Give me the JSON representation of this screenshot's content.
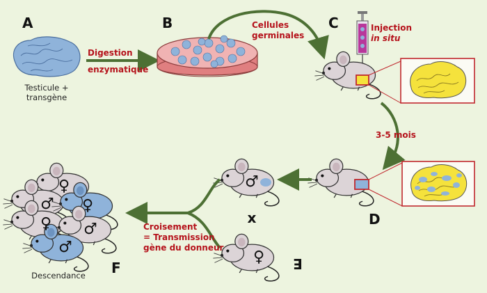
{
  "steps": {
    "a": "A",
    "b": "B",
    "c": "C",
    "d": "D",
    "e": "E",
    "f": "F"
  },
  "labels": {
    "testicule_line1": "Testicule +",
    "testicule_line2": "transgène",
    "digestion_line1": "Digestion",
    "digestion_line2": "enzymatique",
    "cellules_line1": "Cellules",
    "cellules_line2": "germinales",
    "injection_line1": "Injection",
    "injection_line2": "in situ",
    "duration": "3-5 mois",
    "cross_symbol": "x",
    "croisement_line1": "Croisement",
    "croisement_line2": "= Transmission",
    "croisement_line3": "gène du donneur",
    "descendance": "Descendance"
  },
  "symbols": {
    "male": "♂",
    "female": "♀"
  },
  "colors": {
    "background": "#edf4df",
    "arrow": "#4d7034",
    "red_label": "#b5121b",
    "tissue_blue": "#8fb3da",
    "tissue_yellow": "#f5e23c",
    "mouse_grey": "#dcd4d7",
    "mouse_blue": "#8fb3da",
    "dish_pink": "#e89a9a"
  }
}
